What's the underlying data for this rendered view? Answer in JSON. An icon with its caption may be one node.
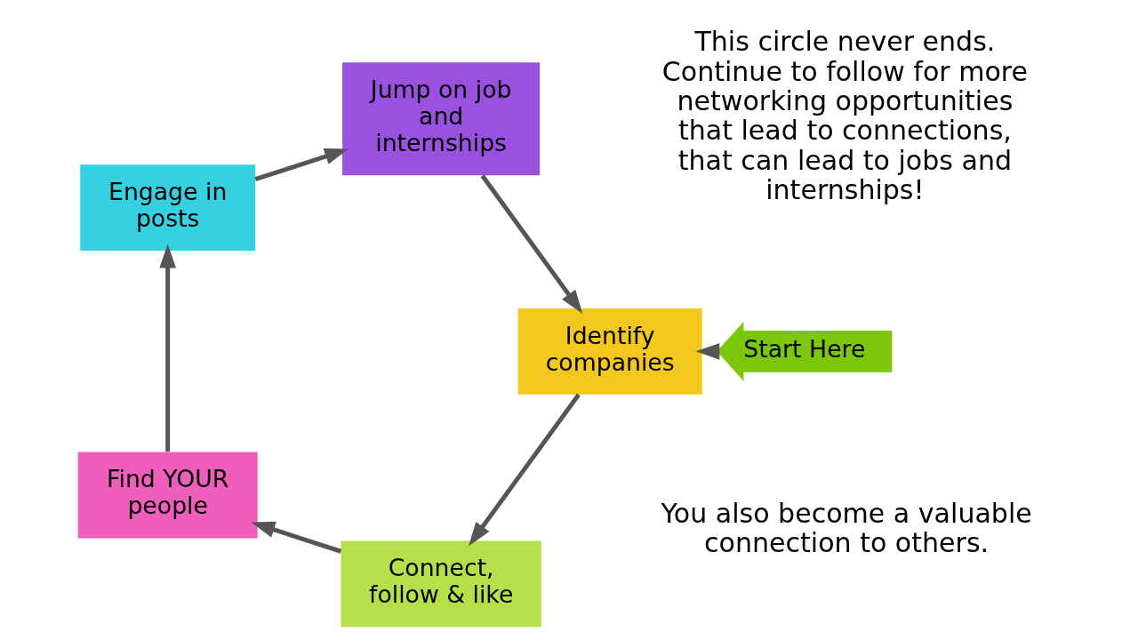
{
  "diagram": {
    "nodes": [
      {
        "text": [
          "Jump on job and internships"
        ]
      },
      {
        "text": [
          "Identify companies"
        ]
      },
      {
        "text": [
          "Start Here"
        ]
      },
      {
        "text": [
          "Engage in posts"
        ]
      },
      {
        "text": [
          "Connect, follow & like"
        ]
      },
      {
        "text": [
          "Find YOUR people"
        ]
      }
    ],
    "edges": [
      {
        "from": 2,
        "to": 1,
        "arrow": "to"
      },
      {
        "from": 1,
        "to": 4,
        "arrow": "to"
      },
      {
        "from": 4,
        "to": 5,
        "arrow": "to"
      },
      {
        "from": 5,
        "to": 3,
        "arrow": "to"
      },
      {
        "from": 3,
        "to": 0,
        "arrow": "to"
      },
      {
        "from": 0,
        "to": 1,
        "arrow": "to"
      }
    ],
    "labels": [
      "This circle never ends. Continue to follow for more networking opportunities that lead to connections, that can lead to jobs and internships!",
      "You also become a valuable connection to others."
    ]
  }
}
